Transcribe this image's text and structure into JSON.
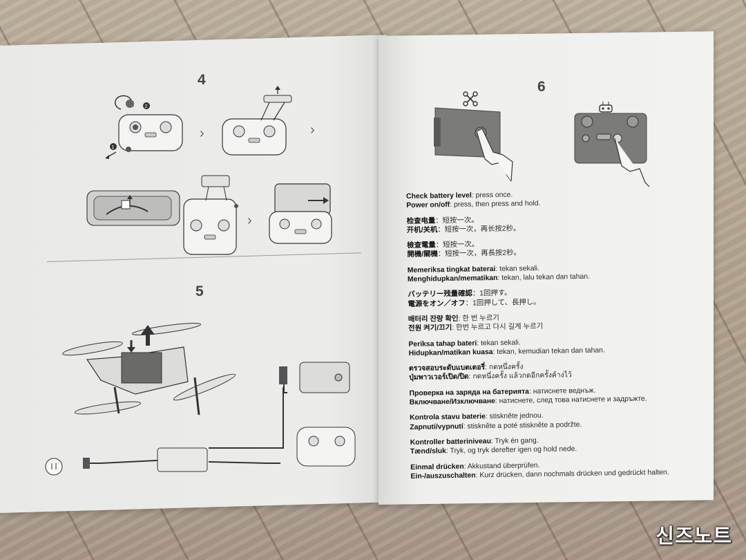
{
  "steps": {
    "step4": "4",
    "step5": "5",
    "step6": "6"
  },
  "step4_callouts": {
    "c1": "1",
    "c2": "2"
  },
  "instructions": [
    {
      "lines": [
        {
          "key": "Check battery level",
          "rest": ": press once."
        },
        {
          "key": "Power on/off",
          "rest": ": press, then press and hold."
        }
      ]
    },
    {
      "lines": [
        {
          "key": "检查电量",
          "rest": "：短按一次。"
        },
        {
          "key": "开机/关机",
          "rest": "：短按一次，再长按2秒。"
        }
      ]
    },
    {
      "lines": [
        {
          "key": "檢查電量",
          "rest": "：短按一次。"
        },
        {
          "key": "開機/關機",
          "rest": "：短按一次，再長按2秒。"
        }
      ]
    },
    {
      "lines": [
        {
          "key": "Memeriksa tingkat baterai",
          "rest": ": tekan sekali."
        },
        {
          "key": "Menghidupkan/mematikan",
          "rest": ": tekan, lalu tekan dan tahan."
        }
      ]
    },
    {
      "lines": [
        {
          "key": "バッテリー残量確認",
          "rest": "：1回押す。"
        },
        {
          "key": "電源をオン／オフ",
          "rest": "：1回押して、長押し。"
        }
      ]
    },
    {
      "lines": [
        {
          "key": "배터리 잔량 확인",
          "rest": ": 한 번 누르기"
        },
        {
          "key": "전원 켜기/끄기",
          "rest": ": 한번 누르고 다시 길게 누르기"
        }
      ]
    },
    {
      "lines": [
        {
          "key": "Periksa tahap bateri",
          "rest": ": tekan sekali."
        },
        {
          "key": "Hidupkan/matikan kuasa",
          "rest": ": tekan, kemudian tekan dan tahan."
        }
      ]
    },
    {
      "lines": [
        {
          "key": "ตรวจสอบระดับแบตเตอรี่",
          "rest": ": กดหนึ่งครั้ง"
        },
        {
          "key": "ปุ่มพาวเวอร์เปิด/ปิด",
          "rest": ": กดหนึ่งครั้ง แล้วกดอีกครั้งค้างไว้"
        }
      ]
    },
    {
      "lines": [
        {
          "key": "Проверка на заряда на батерията",
          "rest": ": натиснете веднъж."
        },
        {
          "key": "Включване/Изключване",
          "rest": ": натиснете, след това натиснете и задръжте."
        }
      ]
    },
    {
      "lines": [
        {
          "key": "Kontrola stavu baterie",
          "rest": ": stiskněte jednou."
        },
        {
          "key": "Zapnutí/vypnutí",
          "rest": ": stiskněte a poté stiskněte a podržte."
        }
      ]
    },
    {
      "lines": [
        {
          "key": "Kontroller batteriniveau",
          "rest": ": Tryk én gang."
        },
        {
          "key": "Tænd/sluk",
          "rest": ": Tryk, og tryk derefter igen og hold nede."
        }
      ]
    },
    {
      "lines": [
        {
          "key": "Einmal drücken",
          "rest": ": Akkustand überprüfen."
        },
        {
          "key": "Ein-/auszuschalten",
          "rest": ": Kurz drücken, dann nochmals drücken und gedrückt halten."
        }
      ]
    }
  ],
  "watermark": "신즈노트",
  "colors": {
    "paper": "#efefed",
    "ink": "#2a2a2a",
    "floor": "#b8a995"
  }
}
